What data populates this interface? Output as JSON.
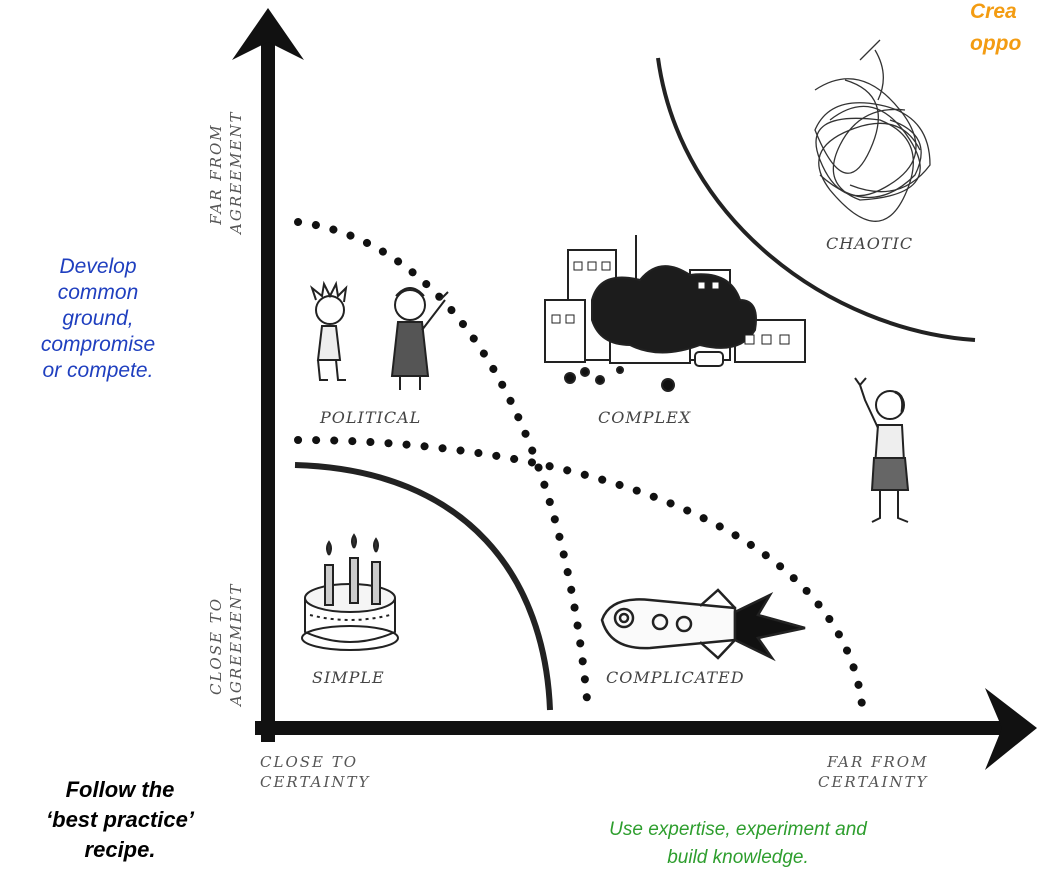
{
  "top_right_note": {
    "line1": "Crea",
    "line2": "oppo",
    "color": "#F39C12"
  },
  "left_note": {
    "lines": [
      "Develop",
      "common",
      "ground,",
      "compromise",
      "or compete."
    ],
    "color": "#1F3FBF"
  },
  "bottom_left_note": {
    "lines": [
      "Follow the",
      "‘best practice’",
      "recipe."
    ],
    "color": "#000000"
  },
  "bottom_center_note": {
    "lines": [
      "Use expertise, experiment and",
      "build knowledge."
    ],
    "color": "#2E9E2E"
  },
  "y_axis": {
    "top_label": [
      "FAR FROM",
      "AGREEMENT"
    ],
    "bottom_label": [
      "CLOSE TO",
      "AGREEMENT"
    ]
  },
  "x_axis": {
    "left_label": [
      "CLOSE TO",
      "CERTAINTY"
    ],
    "right_label": [
      "FAR FROM",
      "CERTAINTY"
    ]
  },
  "regions": {
    "simple": "SIMPLE",
    "complicated": "COMPLICATED",
    "political": "POLITICAL",
    "complex": "COMPLEX",
    "chaotic": "CHAOTIC"
  },
  "icons": [
    "cake-icon",
    "rocket-icon",
    "kids-icon",
    "city-icon",
    "scribble-icon",
    "person-icon"
  ]
}
